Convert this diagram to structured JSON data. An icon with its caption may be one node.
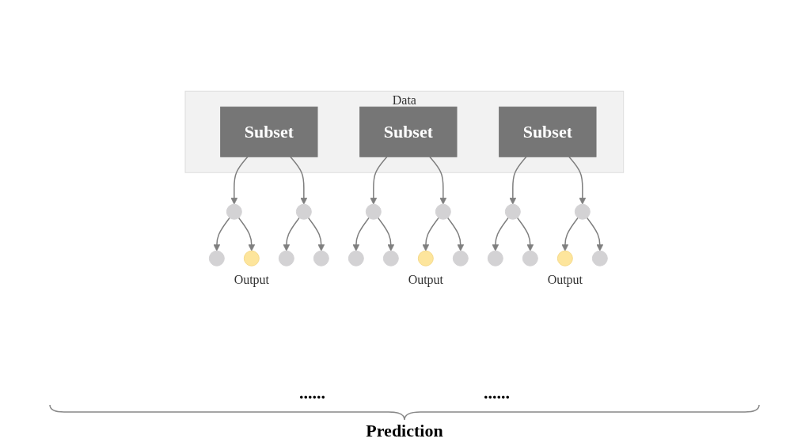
{
  "diagram": {
    "nodes": [
      {
        "text": [
          "Data"
        ]
      },
      {
        "text": [
          "Subset"
        ],
        "in": 0
      },
      {
        "text": [
          "Subset"
        ],
        "in": 0
      },
      {
        "text": [
          "Subset"
        ],
        "in": 0
      },
      {
        "text": [],
        "shape": "circle"
      },
      {
        "text": [],
        "shape": "circle"
      },
      {
        "text": [],
        "shape": "circle"
      },
      {
        "text": [],
        "shape": "circle"
      },
      {
        "text": [],
        "shape": "circle"
      },
      {
        "text": [],
        "shape": "circle"
      },
      {
        "text": [],
        "shape": "circle"
      },
      {
        "text": [],
        "shape": "circle",
        "beside": [
          "Output"
        ]
      },
      {
        "text": [],
        "shape": "circle"
      },
      {
        "text": [],
        "shape": "circle"
      },
      {
        "text": [],
        "shape": "circle"
      },
      {
        "text": [],
        "shape": "circle"
      },
      {
        "text": [],
        "shape": "circle",
        "beside": [
          "Output"
        ]
      },
      {
        "text": [],
        "shape": "circle"
      },
      {
        "text": [],
        "shape": "circle"
      },
      {
        "text": [],
        "shape": "circle"
      },
      {
        "text": [],
        "shape": "circle",
        "beside": [
          "Output"
        ]
      },
      {
        "text": [],
        "shape": "circle"
      }
    ],
    "edges": [
      {
        "from": 1,
        "to": 4,
        "arrow": "to"
      },
      {
        "from": 1,
        "to": 5,
        "arrow": "to"
      },
      {
        "from": 4,
        "to": 10,
        "arrow": "to"
      },
      {
        "from": 4,
        "to": 11,
        "arrow": "to"
      },
      {
        "from": 5,
        "to": 12,
        "arrow": "to"
      },
      {
        "from": 5,
        "to": 13,
        "arrow": "to"
      },
      {
        "from": 2,
        "to": 6,
        "arrow": "to"
      },
      {
        "from": 2,
        "to": 7,
        "arrow": "to"
      },
      {
        "from": 6,
        "to": 14,
        "arrow": "to"
      },
      {
        "from": 6,
        "to": 15,
        "arrow": "to"
      },
      {
        "from": 7,
        "to": 16,
        "arrow": "to"
      },
      {
        "from": 7,
        "to": 17,
        "arrow": "to"
      },
      {
        "from": 3,
        "to": 8,
        "arrow": "to"
      },
      {
        "from": 3,
        "to": 9,
        "arrow": "to"
      },
      {
        "from": 8,
        "to": 18,
        "arrow": "to"
      },
      {
        "from": 8,
        "to": 19,
        "arrow": "to"
      },
      {
        "from": 9,
        "to": 20,
        "arrow": "to"
      },
      {
        "from": 9,
        "to": 21,
        "arrow": "to"
      }
    ],
    "labels": [
      "......",
      "......",
      "Prediction"
    ]
  }
}
